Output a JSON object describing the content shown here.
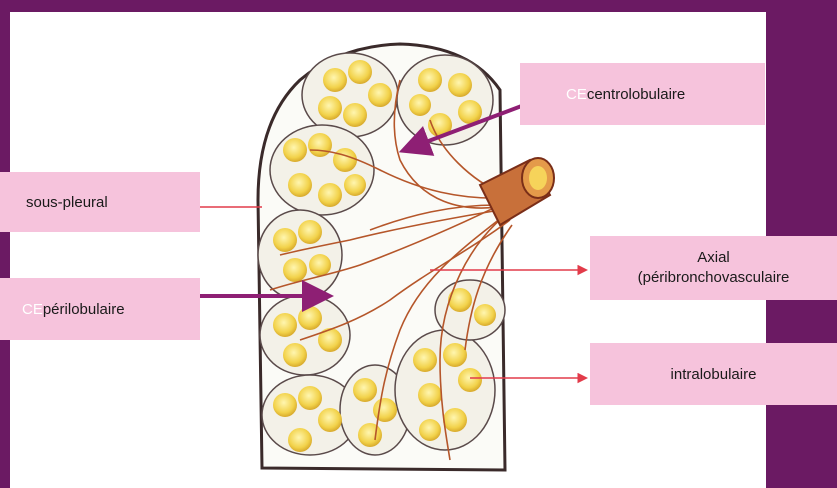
{
  "colors": {
    "background": "#6b1a63",
    "panel": "#ffffff",
    "label_fill": "#f6c3dc",
    "arrow_purple": "#8e1f74",
    "arrow_red": "#e23b4a",
    "lobule_yellow": "#f2d24a",
    "interstitium": "#b5562a",
    "bronchus": "#c8703a"
  },
  "labels": {
    "centrolobulaire": {
      "prefix": "CE",
      "text": "centrolobulaire"
    },
    "sous_pleural": {
      "text": "sous-pleural"
    },
    "perilobulaire": {
      "prefix": "CE",
      "text": "périlobulaire"
    },
    "axial": {
      "line1": "Axial",
      "line2": "(péribronchovasculaire"
    },
    "intralobulaire": {
      "text": "intralobulaire"
    }
  }
}
